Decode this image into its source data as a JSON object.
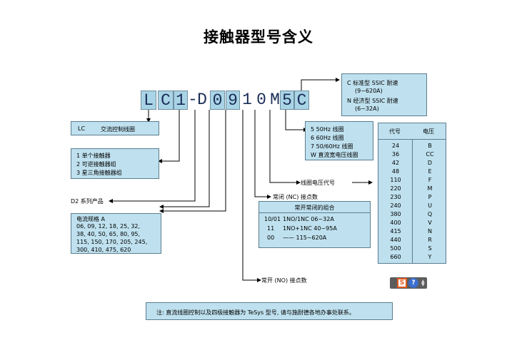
{
  "title": "接触器型号含义",
  "code_chars": [
    "L",
    "C",
    "1",
    "-",
    "D",
    "0",
    "9",
    "1",
    "0",
    "M",
    "5",
    "C"
  ],
  "coil_c_box": {
    "lines": [
      "C  标准型 SSIC 耐速",
      "(9~620A)",
      "N  经济型 SSIC 耐速",
      "(6~32A)"
    ]
  },
  "lc_box": {
    "code": "LC",
    "text": "交流控制线圈"
  },
  "type_box": {
    "lines": [
      "1  单个接触器",
      "2  可逆接触器组",
      "3  星三角接触器组"
    ]
  },
  "d2_label": "D2 系列产品",
  "current_box": {
    "header": "电流规格 A",
    "lines": [
      "06, 09, 12, 18, 25, 32,",
      "38, 40, 50, 65, 80, 95,",
      "115, 150, 170, 205, 245,",
      "300, 410, 475, 620"
    ]
  },
  "freq_box": {
    "lines": [
      "5     50Hz          线圈",
      "6     60Hz          线圈",
      "7     50/60Hz     线圈",
      "W  直流宽电压线圈"
    ]
  },
  "coil_voltage_label": "线圈电压代号",
  "nc_label": "常闭 (NC) 接点数",
  "contact_box": {
    "header": "常开常闭的组合",
    "rows": [
      {
        "code": "10/01",
        "text": "1NO/1NC 06~32A"
      },
      {
        "code": "11",
        "text": "1NO+1NC 40~95A"
      },
      {
        "code": "00",
        "text": "——       115~620A"
      }
    ]
  },
  "no_label": "常开 (NO) 接点数",
  "voltage_table": {
    "header_code": "代号",
    "header_voltage": "电压",
    "rows": [
      {
        "v": "24",
        "c": "B"
      },
      {
        "v": "36",
        "c": "CC"
      },
      {
        "v": "42",
        "c": "D"
      },
      {
        "v": "48",
        "c": "E"
      },
      {
        "v": "110",
        "c": "F"
      },
      {
        "v": "220",
        "c": "M"
      },
      {
        "v": "230",
        "c": "P"
      },
      {
        "v": "240",
        "c": "U"
      },
      {
        "v": "380",
        "c": "Q"
      },
      {
        "v": "400",
        "c": "V"
      },
      {
        "v": "415",
        "c": "N"
      },
      {
        "v": "440",
        "c": "R"
      },
      {
        "v": "500",
        "c": "S"
      },
      {
        "v": "660",
        "c": "Y"
      }
    ]
  },
  "note": "注: 直流线圈控制以及四极接触器为 TeSys 型号, 请与施耐德各地办事处联系。",
  "colors": {
    "box_fill": "#bfe1ef",
    "code_fill": "#a9d4e6",
    "line": "#000000",
    "code_text": "#1a2d57"
  }
}
